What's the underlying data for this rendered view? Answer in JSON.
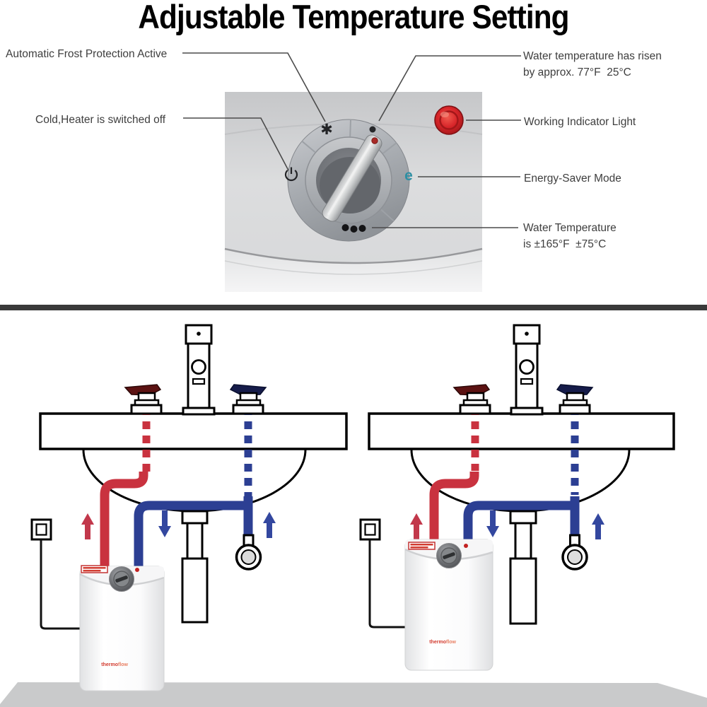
{
  "title": "Adjustable Temperature Setting",
  "callouts": {
    "frost": "Automatic Frost Protection Active",
    "risen_line1": "Water temperature has risen",
    "risen_line2": "by approx. 77°F  25°C",
    "cold": "Cold,Heater is switched off",
    "indicator": "Working Indicator Light",
    "energy": "Energy-Saver Mode",
    "temp_line1": "Water Temperature",
    "temp_line2": "is ±165°F  ±75°C"
  },
  "dial": {
    "frost_symbol": "✱",
    "energy_symbol": "e"
  },
  "brand": {
    "thermo": "thermo",
    "flow": "flow"
  },
  "colors": {
    "hot_pipe": "#c9323f",
    "cold_pipe": "#2c3f93",
    "divider_bar": "#3a3a3a",
    "floor": "#c9cacb",
    "indicator_light": "#cf2127",
    "energy_symbol": "#2f8fa3",
    "logo_red": "#d23a2e",
    "logo_orange": "#e87f63"
  }
}
